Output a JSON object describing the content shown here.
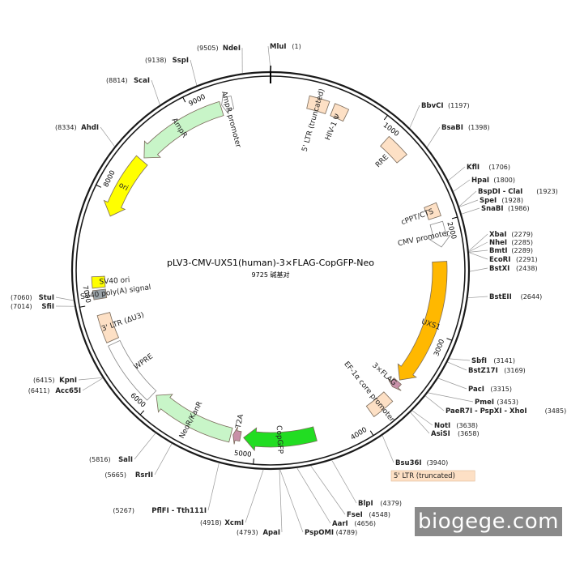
{
  "title": "pLV3-CMV-UXS1(human)-3×FLAG-CopGFP-Neo",
  "subtitle": "9725 碱基对",
  "total_bp": 9725,
  "watermark": "biogege.com",
  "colors": {
    "backbone": "#1a1a1a",
    "ampr": "#c8f5c8",
    "ori": "#ffff00",
    "uxs1": "#ffb800",
    "copgfp": "#22dd22",
    "neo": "#c8f5c8",
    "ltr": "#fde0c5",
    "flag": "#c890a8",
    "sv40": "#9aa3a8"
  },
  "ticks": [
    {
      "bp": 1000,
      "label": "1000"
    },
    {
      "bp": 2000,
      "label": "2000"
    },
    {
      "bp": 3000,
      "label": "3000"
    },
    {
      "bp": 4000,
      "label": "4000"
    },
    {
      "bp": 5000,
      "label": "5000"
    },
    {
      "bp": 6000,
      "label": "6000"
    },
    {
      "bp": 7000,
      "label": "7000"
    },
    {
      "bp": 8000,
      "label": "8000"
    },
    {
      "bp": 9000,
      "label": "9000"
    }
  ],
  "features": [
    {
      "name": "AmpR promoter",
      "start": 9280,
      "end": 9380,
      "dir": -1,
      "kind": "open-arrow"
    },
    {
      "name": "AmpR",
      "start": 8420,
      "end": 9270,
      "dir": -1,
      "kind": "arrow",
      "color": "ampr"
    },
    {
      "name": "ori",
      "start": 7800,
      "end": 8390,
      "dir": -1,
      "kind": "arrow",
      "color": "ori"
    },
    {
      "name": "5' LTR (truncated)",
      "start": 340,
      "end": 520,
      "dir": 0,
      "kind": "box",
      "color": "ltr"
    },
    {
      "name": "HIV-1 Ψ",
      "start": 570,
      "end": 700,
      "dir": 0,
      "kind": "box",
      "color": "ltr"
    },
    {
      "name": "RRE",
      "start": 1120,
      "end": 1340,
      "dir": 0,
      "kind": "box",
      "color": "ltr"
    },
    {
      "name": "cPPT/CTS",
      "start": 1830,
      "end": 1950,
      "dir": 0,
      "kind": "box",
      "color": "ltr"
    },
    {
      "name": "CMV promoter",
      "start": 2000,
      "end": 2220,
      "dir": 1,
      "kind": "open-arrow"
    },
    {
      "name": "UXS1",
      "start": 2350,
      "end": 3520,
      "dir": 1,
      "kind": "arrow",
      "color": "uxs1"
    },
    {
      "name": "3×FLAG",
      "start": 3540,
      "end": 3610,
      "dir": 1,
      "kind": "small-arrow",
      "color": "flag"
    },
    {
      "name": "EF-1α core promoter",
      "start": 3700,
      "end": 3910,
      "dir": 0,
      "kind": "box",
      "color": "ltr"
    },
    {
      "name": "CopGFP",
      "start": 4450,
      "end": 5110,
      "dir": 1,
      "kind": "arrow",
      "color": "copgfp"
    },
    {
      "name": "T2A",
      "start": 5140,
      "end": 5210,
      "dir": 1,
      "kind": "small-arrow",
      "color": "flag"
    },
    {
      "name": "NeoR/KanR",
      "start": 5230,
      "end": 6010,
      "dir": 1,
      "kind": "arrow",
      "color": "neo"
    },
    {
      "name": "WPRE",
      "start": 6040,
      "end": 6620,
      "dir": 0,
      "kind": "box-open"
    },
    {
      "name": "3' LTR (ΔU3)",
      "start": 6650,
      "end": 6900,
      "dir": 0,
      "kind": "box",
      "color": "ltr"
    },
    {
      "name": "SV40 poly(A) signal",
      "start": 7040,
      "end": 7120,
      "dir": 0,
      "kind": "box",
      "color": "sv40"
    },
    {
      "name": "SV40 ori",
      "start": 7140,
      "end": 7240,
      "dir": 0,
      "kind": "box",
      "color": "ori"
    }
  ],
  "left_sites": [
    {
      "name": "NdeI",
      "pos": "(9505)"
    },
    {
      "name": "SspI",
      "pos": "(9138)"
    },
    {
      "name": "ScaI",
      "pos": "(8814)"
    },
    {
      "name": "AhdI",
      "pos": "(8334)"
    },
    {
      "name": "StuI",
      "pos": "(7060)"
    },
    {
      "name": "SfiI",
      "pos": "(7014)"
    },
    {
      "name": "KpnI",
      "pos": "(6415)"
    },
    {
      "name": "Acc65I",
      "pos": "(6411)"
    },
    {
      "name": "SalI",
      "pos": "(5816)"
    },
    {
      "name": "RsrII",
      "pos": "(5665)"
    },
    {
      "name": "PflFI - Tth111I",
      "pos": "(5267)"
    },
    {
      "name": "XcmI",
      "pos": "(4918)"
    },
    {
      "name": "ApaI",
      "pos": "(4793)"
    }
  ],
  "right_sites": [
    {
      "name": "MluI",
      "pos": "(1)"
    },
    {
      "name": "BbvCI",
      "pos": "(1197)"
    },
    {
      "name": "BsaBI",
      "pos": "(1398)"
    },
    {
      "name": "KflI",
      "pos": "(1706)"
    },
    {
      "name": "HpaI",
      "pos": "(1800)"
    },
    {
      "name": "BspDI - ClaI",
      "pos": "(1923)"
    },
    {
      "name": "SpeI",
      "pos": "(1928)"
    },
    {
      "name": "SnaBI",
      "pos": "(1986)"
    },
    {
      "name": "XbaI",
      "pos": "(2279)"
    },
    {
      "name": "NheI",
      "pos": "(2285)"
    },
    {
      "name": "BmtI",
      "pos": "(2289)"
    },
    {
      "name": "EcoRI",
      "pos": "(2291)"
    },
    {
      "name": "BstXI",
      "pos": "(2438)"
    },
    {
      "name": "BstEII",
      "pos": "(2644)"
    },
    {
      "name": "SbfI",
      "pos": "(3141)"
    },
    {
      "name": "BstZ17I",
      "pos": "(3169)"
    },
    {
      "name": "PacI",
      "pos": "(3315)"
    },
    {
      "name": "PmeI",
      "pos": "(3453)"
    },
    {
      "name": "PaeR7I - PspXI - XhoI",
      "pos": "(3485)"
    },
    {
      "name": "NotI",
      "pos": "(3638)"
    },
    {
      "name": "AsiSI",
      "pos": "(3658)"
    },
    {
      "name": "Bsu36I",
      "pos": "(3940)"
    },
    {
      "name": "5' LTR (truncated)",
      "pos": ""
    },
    {
      "name": "BlpI",
      "pos": "(4379)"
    },
    {
      "name": "FseI",
      "pos": "(4548)"
    },
    {
      "name": "AarI",
      "pos": "(4656)"
    },
    {
      "name": "PspOMI",
      "pos": "(4789)"
    }
  ]
}
